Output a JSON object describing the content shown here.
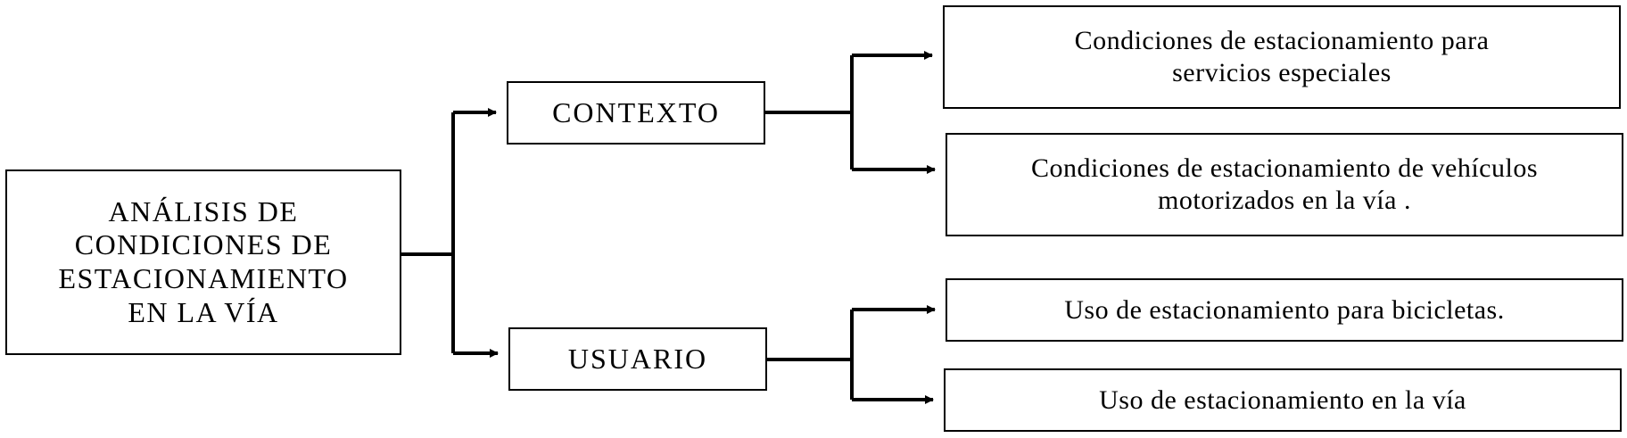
{
  "diagram": {
    "root": {
      "lines": [
        "ANÁLISIS DE",
        "CONDICIONES DE",
        "ESTACIONAMIENTO",
        "EN LA VÍA"
      ]
    },
    "contexto": {
      "label": "CONTEXTO"
    },
    "usuario": {
      "label": "USUARIO"
    },
    "leaves": {
      "contexto_1": {
        "lines": [
          "Condiciones de estacionamiento para",
          "servicios especiales"
        ]
      },
      "contexto_2": {
        "lines": [
          "Condiciones de estacionamiento de vehículos",
          "motorizados en la vía ."
        ]
      },
      "usuario_1": {
        "label": "Uso de estacionamiento para bicicletas."
      },
      "usuario_2": {
        "label": "Uso de estacionamiento en la vía"
      }
    },
    "colors": {
      "line": "#000000",
      "box_border": "#000000",
      "background": "#ffffff"
    }
  }
}
